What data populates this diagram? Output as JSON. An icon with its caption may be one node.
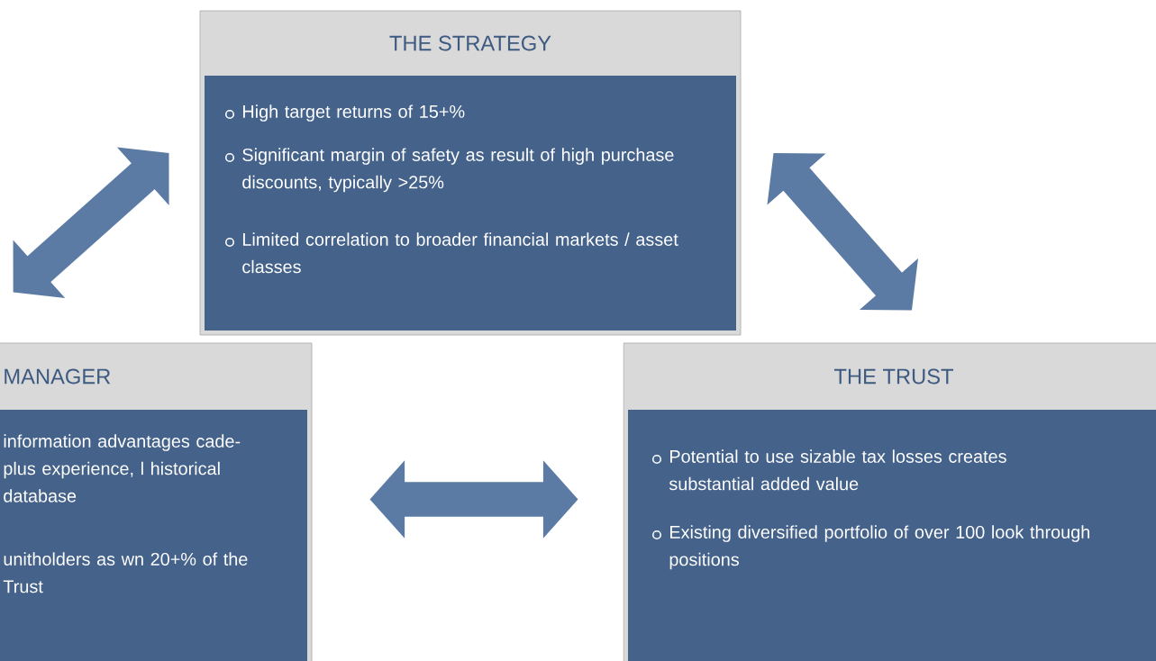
{
  "diagram": {
    "nodes": [
      {
        "text": [
          "THE STRATEGY",
          "High target returns of 15+%",
          "Significant margin of safety as result of high purchase discounts, typically >25%",
          "Limited correlation to broader financial markets / asset classes"
        ]
      },
      {
        "text": [
          "MANAGER",
          "information advantages cade-plus experience, l historical database",
          "unitholders as wn 20+% of the Trust"
        ]
      },
      {
        "text": [
          "THE TRUST",
          "Potential to use sizable tax losses creates substantial added value",
          "Existing diversified portfolio of over 100 look through positions"
        ]
      }
    ],
    "edges": [
      {
        "from": 1,
        "to": 0,
        "arrow": "both"
      },
      {
        "from": 0,
        "to": 2,
        "arrow": "both"
      },
      {
        "from": 1,
        "to": 2,
        "arrow": "both"
      }
    ]
  }
}
